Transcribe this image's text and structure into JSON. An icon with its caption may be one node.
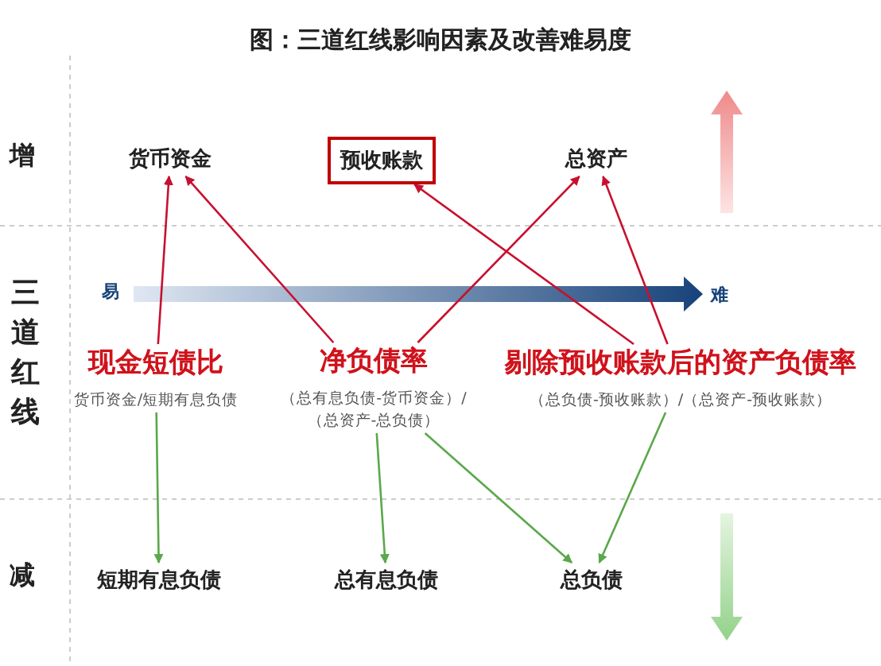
{
  "diagram": {
    "title": "图：三道红线影响因素及改善难易度",
    "nodes": [
      {
        "text": [
          "货币资金"
        ]
      },
      {
        "text": [
          "预收账款"
        ]
      },
      {
        "text": [
          "总资产"
        ]
      },
      {
        "text": [
          "现金短债比"
        ],
        "beside": [
          "货币资金/短期有息负债"
        ]
      },
      {
        "text": [
          "净负债率"
        ],
        "beside": [
          "（总有息负债-货币资金）/（总资产-总负债）"
        ]
      },
      {
        "text": [
          "剔除预收账款后的资产负债率"
        ],
        "beside": [
          "（总负债-预收账款）/（总资产-预收账款）"
        ]
      },
      {
        "text": [
          "短期有息负债"
        ]
      },
      {
        "text": [
          "总有息负债"
        ]
      },
      {
        "text": [
          "总负债"
        ]
      }
    ],
    "edges": [
      {
        "from": 3,
        "to": 0,
        "arrow": "to"
      },
      {
        "from": 4,
        "to": 0,
        "arrow": "to"
      },
      {
        "from": 4,
        "to": 2,
        "arrow": "to"
      },
      {
        "from": 5,
        "to": 1,
        "arrow": "to"
      },
      {
        "from": 5,
        "to": 2,
        "arrow": "to"
      },
      {
        "from": 3,
        "to": 6,
        "arrow": "to",
        "color": "#5aa84a"
      },
      {
        "from": 4,
        "to": 7,
        "arrow": "to",
        "color": "#5aa84a"
      },
      {
        "from": 4,
        "to": 8,
        "arrow": "to",
        "color": "#5aa84a"
      },
      {
        "from": 5,
        "to": 8,
        "arrow": "to",
        "color": "#5aa84a"
      }
    ],
    "labels": [
      "增",
      "三道红线",
      "减",
      "易",
      "难"
    ]
  }
}
